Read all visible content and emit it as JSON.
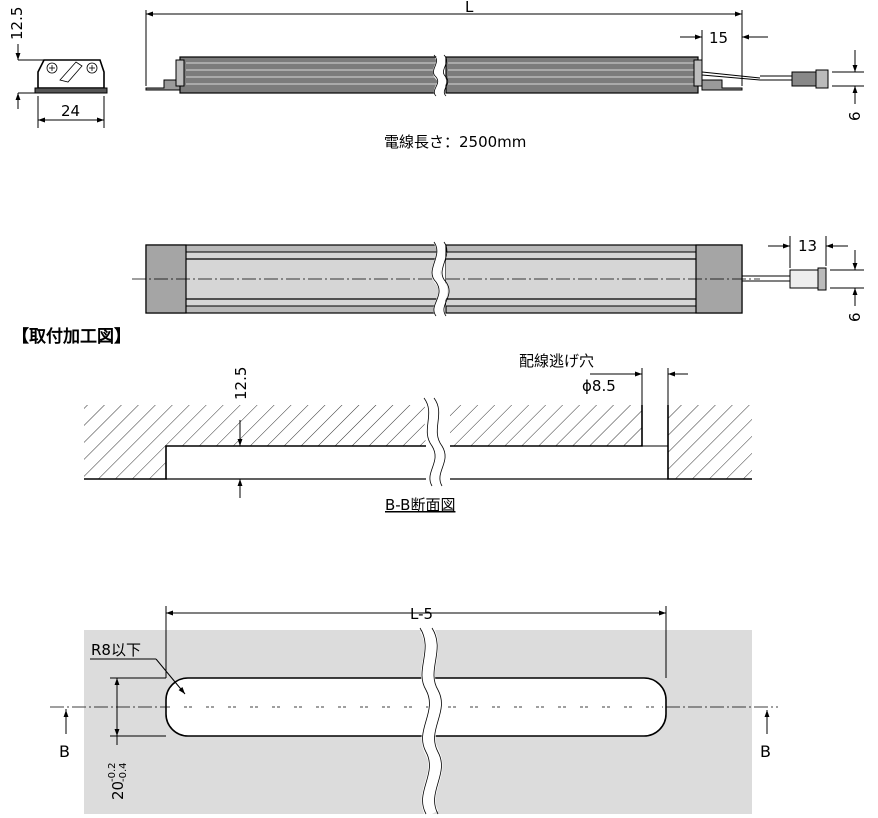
{
  "top_view": {
    "dim_height": "12.5",
    "dim_width": "24",
    "dim_length": "L",
    "dim_end_offset": "15",
    "dim_plug_height": "6",
    "cable_length_note": "電線長さ：2500mm"
  },
  "front_view": {
    "dim_plug_offset": "13",
    "dim_plug_height": "6"
  },
  "mounting": {
    "title": "【取付加工図】",
    "dim_depth": "12.5",
    "wire_hole_label": "配線逃げ穴",
    "wire_hole_dia": "ϕ8.5",
    "section_label": "B-B断面図"
  },
  "cutout": {
    "dim_length": "L-5",
    "radius_note": "R8以下",
    "dim_width": "20",
    "tol_upper": "-0.2",
    "tol_lower": "-0.4",
    "section_mark_left": "B",
    "section_mark_right": "B"
  },
  "colors": {
    "body_fill": "#b9b9b9",
    "body_light": "#d9d9d9",
    "end_cap": "#a9a9a9",
    "panel_fill": "#dcdcdc",
    "hatch": "#000000"
  }
}
